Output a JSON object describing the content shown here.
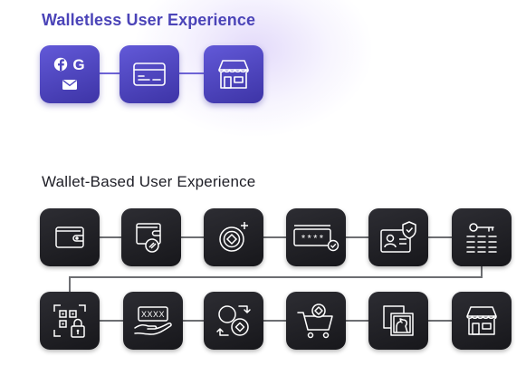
{
  "walletless": {
    "title": "Walletless User Experience",
    "steps": [
      "facebook-google-email-icon",
      "credit-card-icon",
      "storefront-icon"
    ]
  },
  "wallet_based": {
    "title": "Wallet-Based  User Experience",
    "row1": [
      "wallet-icon",
      "wallet-coin-icon",
      "add-token-icon",
      "password-confirm-icon",
      "id-card-shield-icon",
      "key-seed-phrase-icon"
    ],
    "row2": [
      "qr-lock-icon",
      "hand-payment-icon",
      "token-swap-icon",
      "shopping-cart-icon",
      "nft-gallery-icon",
      "storefront-icon"
    ],
    "password_mask": "****",
    "card_mask": "XXXX"
  },
  "colors": {
    "title_purple": "#4b44b8",
    "tile_purple": "#5048c4",
    "tile_dark": "#222227",
    "connector_gray": "#6d6e72"
  }
}
